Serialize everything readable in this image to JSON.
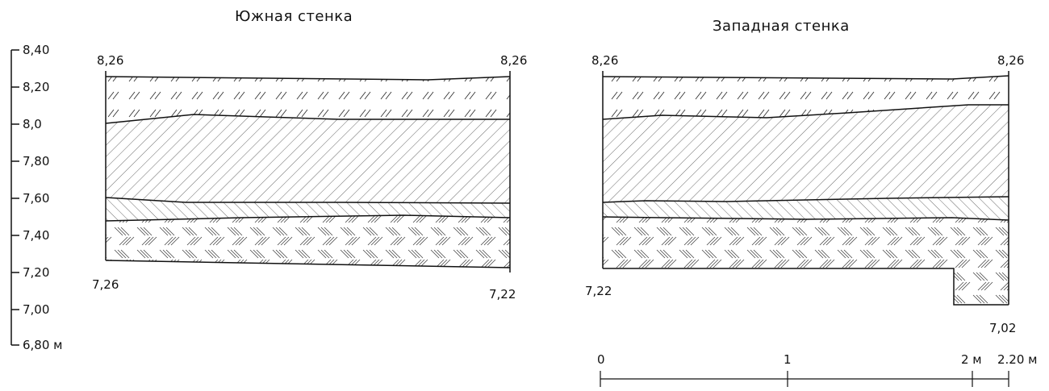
{
  "south_wall": {
    "title": "Южная стенка",
    "top_left": "8,26",
    "top_right": "8,26",
    "bottom_left": "7,26",
    "bottom_right": "7,22"
  },
  "west_wall": {
    "title": "Западная стенка",
    "top_left": "8,26",
    "top_right": "8,26",
    "bottom_left": "7,22",
    "bottom_right": "7,02"
  },
  "elevation_scale": {
    "ticks": [
      "8,40",
      "8,20",
      "8,0",
      "7,80",
      "7,60",
      "7,40",
      "7,20",
      "7,00",
      "6,80 м"
    ]
  },
  "distance_scale": {
    "ticks": [
      "0",
      "1",
      "2 м",
      "2.20 м"
    ]
  }
}
